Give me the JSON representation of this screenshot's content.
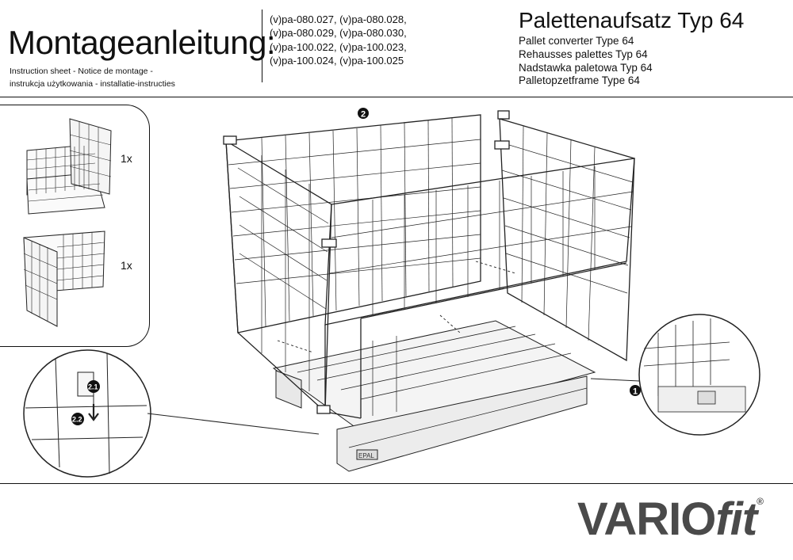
{
  "header": {
    "title": "Montageanleitung:",
    "subtitle_lines": [
      "Instruction sheet - Notice de montage -",
      "instrukcja użytkowania - installatie-instructies"
    ],
    "article_codes": [
      "(v)pa-080.027, (v)pa-080.028,",
      "(v)pa-080.029, (v)pa-080.030,",
      "(v)pa-100.022, (v)pa-100.023,",
      "(v)pa-100.024, (v)pa-100.025"
    ],
    "product_title": "Palettenaufsatz Typ 64",
    "product_translations": [
      "Pallet converter Type 64",
      "Rehausses palettes Typ 64",
      "Nadstawka paletowa Typ 64",
      "Palletopzetframe Type 64"
    ]
  },
  "parts": [
    {
      "quantity": "1x",
      "icon": "mesh-frame-front-with-side-icon"
    },
    {
      "quantity": "1x",
      "icon": "mesh-frame-side-with-back-icon"
    }
  ],
  "callouts": {
    "step_one": "1",
    "step_two": "2",
    "step_two_one": "2.1",
    "step_two_two": "2.2"
  },
  "pallet_marking": "EPAL",
  "brand": {
    "name_part1": "VARIO",
    "name_part2": "fit",
    "registered": "®",
    "color": "#4a4a4a"
  }
}
